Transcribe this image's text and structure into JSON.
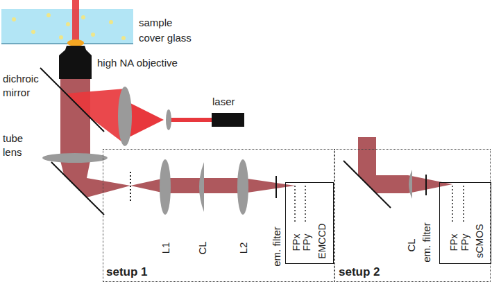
{
  "diagram": {
    "nodes": [
      {
        "text": [
          "setup 1"
        ]
      },
      {
        "text": [
          "FPx",
          "FPy",
          "EMCCD"
        ],
        "in": 0
      },
      {
        "text": [
          "setup 2"
        ]
      },
      {
        "text": [
          "FPx",
          "FPy",
          "sCMOS"
        ],
        "in": 2
      }
    ],
    "labels": [
      "sample",
      "cover glass",
      "high NA objective",
      "laser",
      "dichroic mirror",
      "tube lens",
      "L1",
      "CL",
      "L2",
      "em. filter",
      "CL",
      "em. filter"
    ]
  }
}
